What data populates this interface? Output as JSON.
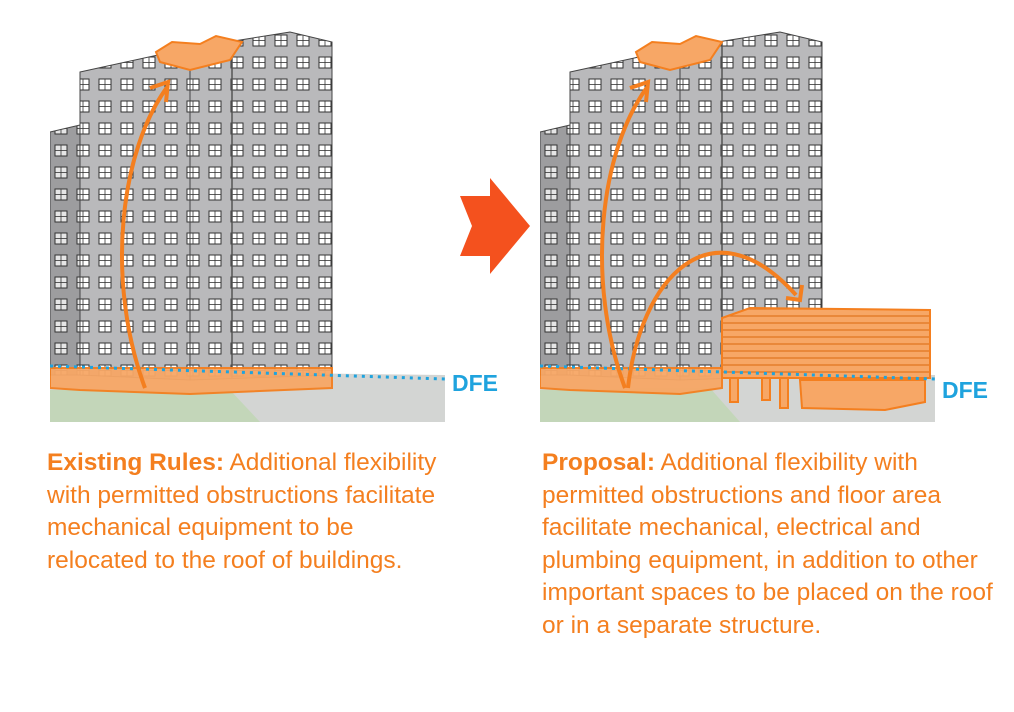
{
  "colors": {
    "accent_orange": "#f47f1f",
    "arrow_red_orange": "#f4511e",
    "dfe_blue": "#1fa3de",
    "building_gray": "#b9b9bb",
    "ground_gray": "#d3d5d3",
    "grass_green": "#c3d6b9"
  },
  "icons": {
    "transition": "right-arrow-icon",
    "relocation": "curved-arrow-icon"
  },
  "existing": {
    "dfe_label": "DFE",
    "caption_heading": "Existing Rules:",
    "caption_body": " Additional flexibility with permitted obstructions facilitate mechanical equipment to be relocated to the roof of buildings."
  },
  "proposal": {
    "dfe_label": "DFE",
    "caption_heading": "Proposal:",
    "caption_body": " Additional flexibility with permitted obstructions and floor area facilitate mechanical, electrical and plumbing equipment, in addition to other important spaces to be placed on the roof or in a separate structure."
  }
}
